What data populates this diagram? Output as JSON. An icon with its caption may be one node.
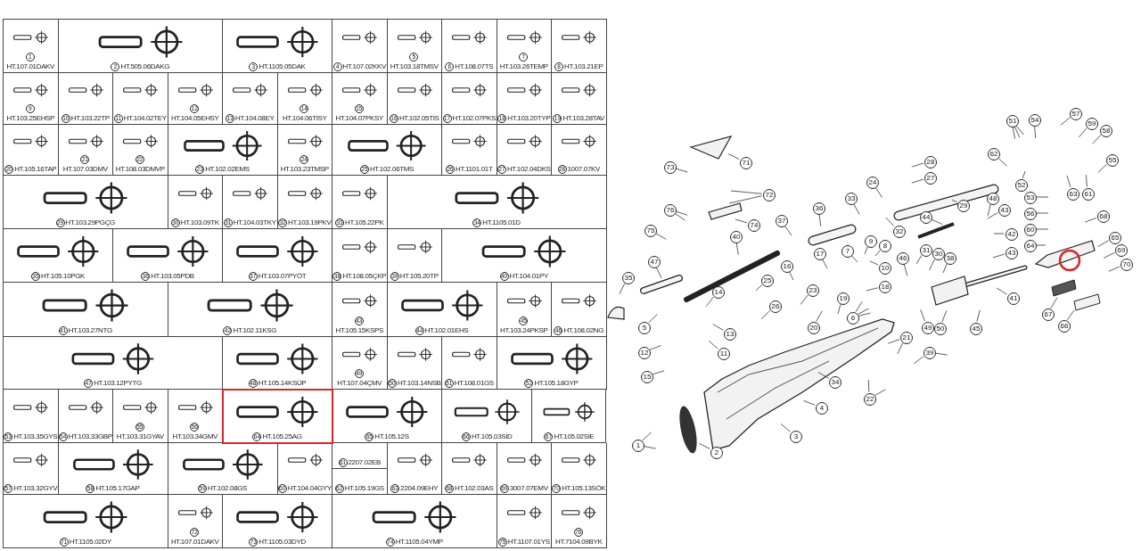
{
  "diagram": {
    "nodes": [
      {
        "text": [
          "71"
        ]
      },
      {
        "text": [
          "73"
        ]
      },
      {
        "text": [
          "72"
        ]
      },
      {
        "text": [
          "74"
        ]
      },
      {
        "text": [
          "76"
        ]
      },
      {
        "text": [
          "75"
        ]
      },
      {
        "text": [
          "47"
        ]
      },
      {
        "text": [
          "35"
        ]
      },
      {
        "text": [
          "40"
        ]
      },
      {
        "text": [
          "37"
        ]
      },
      {
        "text": [
          "36"
        ]
      },
      {
        "text": [
          "33"
        ]
      },
      {
        "text": [
          "32"
        ]
      },
      {
        "text": [
          "24"
        ]
      },
      {
        "text": [
          "28"
        ]
      },
      {
        "text": [
          "27"
        ]
      },
      {
        "text": [
          "29"
        ]
      },
      {
        "text": [
          "44"
        ]
      },
      {
        "text": [
          "48"
        ]
      },
      {
        "text": [
          "43"
        ]
      },
      {
        "text": [
          "42"
        ]
      },
      {
        "text": [
          "43"
        ]
      },
      {
        "text": [
          "9"
        ]
      },
      {
        "text": [
          "8"
        ]
      },
      {
        "text": [
          "7"
        ]
      },
      {
        "text": [
          "10"
        ]
      },
      {
        "text": [
          "18"
        ]
      },
      {
        "text": [
          "17"
        ]
      },
      {
        "text": [
          "16"
        ]
      },
      {
        "text": [
          "31"
        ]
      },
      {
        "text": [
          "30"
        ]
      },
      {
        "text": [
          "38"
        ]
      },
      {
        "text": [
          "46"
        ]
      },
      {
        "text": [
          "41"
        ]
      },
      {
        "text": [
          "25"
        ]
      },
      {
        "text": [
          "14"
        ]
      },
      {
        "text": [
          "23"
        ]
      },
      {
        "text": [
          "26"
        ]
      },
      {
        "text": [
          "19"
        ]
      },
      {
        "text": [
          "6"
        ]
      },
      {
        "text": [
          "5"
        ]
      },
      {
        "text": [
          "12"
        ]
      },
      {
        "text": [
          "15"
        ]
      },
      {
        "text": [
          "13"
        ]
      },
      {
        "text": [
          "11"
        ]
      },
      {
        "text": [
          "20"
        ]
      },
      {
        "text": [
          "21"
        ]
      },
      {
        "text": [
          "22"
        ]
      },
      {
        "text": [
          "34"
        ]
      },
      {
        "text": [
          "39"
        ]
      },
      {
        "text": [
          "49"
        ]
      },
      {
        "text": [
          "50"
        ]
      },
      {
        "text": [
          "45"
        ]
      },
      {
        "text": [
          "4"
        ]
      },
      {
        "text": [
          "3"
        ]
      },
      {
        "text": [
          "2"
        ]
      },
      {
        "text": [
          "1"
        ]
      },
      {
        "text": [
          "51"
        ]
      },
      {
        "text": [
          "54"
        ]
      },
      {
        "text": [
          "57"
        ]
      },
      {
        "text": [
          "59"
        ]
      },
      {
        "text": [
          "58"
        ]
      },
      {
        "text": [
          "55"
        ]
      },
      {
        "text": [
          "62"
        ]
      },
      {
        "text": [
          "52"
        ]
      },
      {
        "text": [
          "53"
        ]
      },
      {
        "text": [
          "63"
        ]
      },
      {
        "text": [
          "61"
        ]
      },
      {
        "text": [
          "56"
        ]
      },
      {
        "text": [
          "60"
        ]
      },
      {
        "text": [
          "64"
        ]
      },
      {
        "text": [
          "68"
        ]
      },
      {
        "text": [
          "65"
        ]
      },
      {
        "text": [
          "69"
        ]
      },
      {
        "text": [
          "70"
        ]
      },
      {
        "text": [
          "67"
        ]
      },
      {
        "text": [
          "66"
        ]
      }
    ],
    "edges": [
      {
        "from": 0,
        "to": null,
        "arrow": "none"
      },
      {
        "from": 1,
        "to": null,
        "arrow": "none"
      },
      {
        "from": 2,
        "to": null,
        "arrow": "none"
      },
      {
        "from": 2,
        "to": null,
        "arrow": "none"
      },
      {
        "from": 3,
        "to": null,
        "arrow": "none"
      },
      {
        "from": 4,
        "to": null,
        "arrow": "none"
      },
      {
        "from": 4,
        "to": null,
        "arrow": "none"
      },
      {
        "from": 5,
        "to": null,
        "arrow": "none"
      },
      {
        "from": 6,
        "to": null,
        "arrow": "none"
      },
      {
        "from": 7,
        "to": null,
        "arrow": "none"
      },
      {
        "from": 8,
        "to": null,
        "arrow": "none"
      },
      {
        "from": 9,
        "to": null,
        "arrow": "none"
      },
      {
        "from": 10,
        "to": null,
        "arrow": "none"
      },
      {
        "from": 11,
        "to": null,
        "arrow": "none"
      },
      {
        "from": 12,
        "to": null,
        "arrow": "none"
      },
      {
        "from": 13,
        "to": null,
        "arrow": "none"
      },
      {
        "from": 14,
        "to": null,
        "arrow": "none"
      },
      {
        "from": 15,
        "to": null,
        "arrow": "none"
      },
      {
        "from": 16,
        "to": null,
        "arrow": "none"
      },
      {
        "from": 17,
        "to": null,
        "arrow": "none"
      },
      {
        "from": 18,
        "to": null,
        "arrow": "none"
      },
      {
        "from": 19,
        "to": null,
        "arrow": "none"
      },
      {
        "from": 20,
        "to": null,
        "arrow": "none"
      },
      {
        "from": 21,
        "to": null,
        "arrow": "none"
      },
      {
        "from": 22,
        "to": null,
        "arrow": "none"
      },
      {
        "from": 23,
        "to": null,
        "arrow": "none"
      },
      {
        "from": 24,
        "to": null,
        "arrow": "none"
      },
      {
        "from": 25,
        "to": null,
        "arrow": "none"
      },
      {
        "from": 26,
        "to": null,
        "arrow": "none"
      },
      {
        "from": 27,
        "to": null,
        "arrow": "none"
      },
      {
        "from": 28,
        "to": null,
        "arrow": "none"
      },
      {
        "from": 29,
        "to": null,
        "arrow": "none"
      },
      {
        "from": 30,
        "to": null,
        "arrow": "none"
      },
      {
        "from": 31,
        "to": null,
        "arrow": "none"
      },
      {
        "from": 32,
        "to": null,
        "arrow": "none"
      },
      {
        "from": 33,
        "to": null,
        "arrow": "none"
      },
      {
        "from": 34,
        "to": null,
        "arrow": "none"
      },
      {
        "from": 35,
        "to": null,
        "arrow": "none"
      },
      {
        "from": 36,
        "to": null,
        "arrow": "none"
      },
      {
        "from": 37,
        "to": null,
        "arrow": "none"
      },
      {
        "from": 38,
        "to": null,
        "arrow": "none"
      },
      {
        "from": 39,
        "to": null,
        "arrow": "none"
      },
      {
        "from": 39,
        "to": null,
        "arrow": "none"
      },
      {
        "from": 39,
        "to": null,
        "arrow": "none"
      },
      {
        "from": 40,
        "to": null,
        "arrow": "none"
      },
      {
        "from": 41,
        "to": null,
        "arrow": "none"
      },
      {
        "from": 42,
        "to": null,
        "arrow": "none"
      },
      {
        "from": 43,
        "to": null,
        "arrow": "none"
      },
      {
        "from": 44,
        "to": null,
        "arrow": "none"
      },
      {
        "from": 45,
        "to": null,
        "arrow": "none"
      },
      {
        "from": 46,
        "to": null,
        "arrow": "none"
      },
      {
        "from": 46,
        "to": null,
        "arrow": "none"
      },
      {
        "from": 47,
        "to": null,
        "arrow": "none"
      },
      {
        "from": 47,
        "to": null,
        "arrow": "none"
      },
      {
        "from": 48,
        "to": null,
        "arrow": "none"
      },
      {
        "from": 49,
        "to": null,
        "arrow": "none"
      },
      {
        "from": 49,
        "to": null,
        "arrow": "none"
      },
      {
        "from": 50,
        "to": null,
        "arrow": "none"
      },
      {
        "from": 51,
        "to": null,
        "arrow": "none"
      },
      {
        "from": 52,
        "to": null,
        "arrow": "none"
      },
      {
        "from": 53,
        "to": null,
        "arrow": "none"
      },
      {
        "from": 54,
        "to": null,
        "arrow": "none"
      },
      {
        "from": 55,
        "to": null,
        "arrow": "none"
      },
      {
        "from": 56,
        "to": null,
        "arrow": "none"
      },
      {
        "from": 56,
        "to": null,
        "arrow": "none"
      },
      {
        "from": 57,
        "to": null,
        "arrow": "none"
      },
      {
        "from": 57,
        "to": null,
        "arrow": "none"
      },
      {
        "from": 57,
        "to": null,
        "arrow": "none"
      },
      {
        "from": 58,
        "to": null,
        "arrow": "none"
      },
      {
        "from": 59,
        "to": null,
        "arrow": "none"
      },
      {
        "from": 60,
        "to": null,
        "arrow": "none"
      },
      {
        "from": 61,
        "to": null,
        "arrow": "none"
      },
      {
        "from": 62,
        "to": null,
        "arrow": "none"
      },
      {
        "from": 63,
        "to": null,
        "arrow": "none"
      },
      {
        "from": 64,
        "to": null,
        "arrow": "none"
      },
      {
        "from": 65,
        "to": null,
        "arrow": "none"
      },
      {
        "from": 66,
        "to": null,
        "arrow": "none"
      },
      {
        "from": 67,
        "to": null,
        "arrow": "none"
      },
      {
        "from": 68,
        "to": null,
        "arrow": "none"
      },
      {
        "from": 69,
        "to": null,
        "arrow": "none"
      },
      {
        "from": 70,
        "to": null,
        "arrow": "none"
      },
      {
        "from": 71,
        "to": null,
        "arrow": "none"
      },
      {
        "from": 72,
        "to": null,
        "arrow": "none"
      },
      {
        "from": 73,
        "to": null,
        "arrow": "none"
      },
      {
        "from": 74,
        "to": null,
        "arrow": "none"
      },
      {
        "from": 75,
        "to": null,
        "arrow": "none"
      },
      {
        "from": 76,
        "to": null,
        "arrow": "none"
      }
    ],
    "labels": [
      "1",
      "HT.107.01DAKV",
      "2",
      "HT.505.06DAKG",
      "3",
      "HT.1105.05DAK",
      "4",
      "HT.107.02KKV",
      "5",
      "HT.103.18TMSV",
      "6",
      "HT.108.07TS",
      "7",
      "HT.103.26TEMP",
      "8",
      "HT.103.21EP",
      "9",
      "HT.103.25EHSP",
      "10",
      "HT.103.22TP",
      "11",
      "HT.104.02TEY",
      "12",
      "HT.104.05EHSY",
      "13",
      "HT.104.08EY",
      "14",
      "HT.104.06TİSY",
      "15",
      "HT.104.07PKSY",
      "16",
      "HT.102.05TİS",
      "17",
      "HT.102.07PKS",
      "18",
      "HT.103.20TYP",
      "19",
      "HT.103.28TAV",
      "20",
      "HT.105.16TAP",
      "21",
      "HT.107.03DMV",
      "22",
      "HT.108.03DMVP",
      "23",
      "HT.102.02EMS",
      "24",
      "HT.103.23TMSP",
      "25",
      "HT.102.06TMS",
      "26",
      "HT.1101.01T",
      "27",
      "HT.102.04DKS",
      "28",
      "1007.07KV",
      "29",
      "HT.103.29PGÇG",
      "30",
      "HT.103.09TK",
      "31",
      "HT.104.03TKY",
      "32",
      "HT.103.19PKV",
      "33",
      "HT.105.22PK",
      "34",
      "HT.1105.01D",
      "35",
      "HT.105.10PGK",
      "36",
      "HT.103.05PDB",
      "37",
      "HT.103.07PYÖT",
      "38",
      "HT.108.05ÇKP",
      "39",
      "HT.105.20TP",
      "40",
      "HT.104.01PY",
      "41",
      "HT.103.27NTG",
      "42",
      "HT.102.11KSG",
      "43",
      "HT.105.15KSPS",
      "44",
      "HT.102.01EHS",
      "45",
      "HT.103.24PKSP",
      "46",
      "HT.108.02NG",
      "47",
      "HT.103.12PYTG",
      "48",
      "HT.105.14KSÜP",
      "49",
      "HT.107.04ÇMV",
      "50",
      "HT.103.14NSB",
      "51",
      "HT.108.01GS",
      "52",
      "HT.105.18GYP",
      "53",
      "HT.103.35GYS",
      "54",
      "HT.103.33GBP",
      "55",
      "HT.103.31GYAV",
      "56",
      "HT.103.34GMV",
      "64",
      "HT.105.25AG",
      "65",
      "HT.105.12S",
      "66",
      "HT.105.03SİD",
      "67",
      "HT.105.02SİE",
      "57",
      "HT.103.32GYV",
      "58",
      "HT.105.17GAP",
      "59",
      "HT.102.08GS",
      "60",
      "HT.104.04GYY",
      "61",
      "2207.02EB",
      "62",
      "HT.105.19GS",
      "63",
      "2204.09EHY",
      "68",
      "HT.102.03AS",
      "69",
      "3007.07EMV",
      "70",
      "HT.105.13SÖK",
      "71",
      "HT.1105.02DY",
      "72",
      "HT.107.01DAKV",
      "73",
      "HT.1105.03DYD",
      "74",
      "HT.1105.04YMP",
      "75",
      "HT.1107.01YS",
      "76",
      "HT.7104.09BYK"
    ]
  }
}
